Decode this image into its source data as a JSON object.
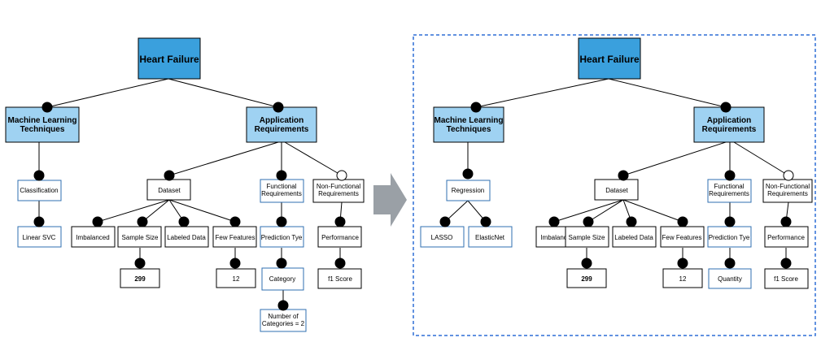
{
  "colors": {
    "root_fill": "#3aa0dd",
    "category_fill": "#9fd2f2",
    "blue_border": "#2f6fb0",
    "dashed_border": "#2f6fd6",
    "arrow": "#9aa0a6",
    "line": "#000000"
  },
  "left": {
    "root": "Heart Failure",
    "ml_techniques": [
      "Machine Learning",
      "Techniques"
    ],
    "app_requirements": [
      "Application",
      "Requirements"
    ],
    "classification": "Classification",
    "linear_svc": "Linear SVC",
    "dataset": "Dataset",
    "functional": [
      "Functional",
      "Requirements"
    ],
    "non_functional": [
      "Non-Functional",
      "Requirements"
    ],
    "imbalanced": "Imbalanced",
    "sample_size": "Sample Size",
    "labeled_data": "Labeled Data",
    "few_features": "Few Features",
    "prediction_type": "Prediction Tye",
    "performance": "Performance",
    "sample_value": "299",
    "features_value": "12",
    "category": "Category",
    "f1_score": "f1 Score",
    "num_categories": [
      "Number of",
      "Categories = 2"
    ]
  },
  "right": {
    "root": "Heart Failure",
    "ml_techniques": [
      "Machine Learning",
      "Techniques"
    ],
    "app_requirements": [
      "Application",
      "Requirements"
    ],
    "regression": "Regression",
    "lasso": "LASSO",
    "elasticnet": "ElasticNet",
    "dataset": "Dataset",
    "functional": [
      "Functional",
      "Requirements"
    ],
    "non_functional": [
      "Non-Functional",
      "Requirements"
    ],
    "imbalanced": "Imbalanced",
    "sample_size": "Sample Size",
    "labeled_data": "Labeled Data",
    "few_features": "Few Features",
    "prediction_type": "Prediction Tye",
    "performance": "Performance",
    "sample_value": "299",
    "features_value": "12",
    "quantity": "Quantity",
    "f1_score": "f1 Score"
  }
}
